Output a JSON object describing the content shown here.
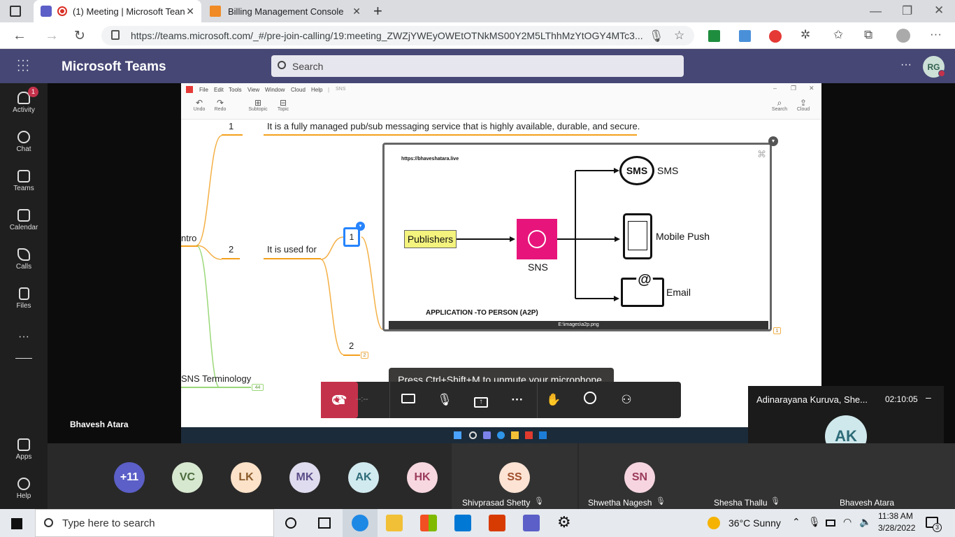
{
  "browser": {
    "tabs": [
      {
        "label": "(1) Meeting | Microsoft Tean",
        "close": "✕"
      },
      {
        "label": "Billing Management Console",
        "close": "✕"
      }
    ],
    "new_tab": "+",
    "url": "https://teams.microsoft.com/_#/pre-join-calling/19:meeting_ZWZjYWEyOWEtOTNkMS00Y2M5LThhMzYtOGY4MTc3..."
  },
  "teams": {
    "app_name": "Microsoft Teams",
    "search_placeholder": "Search",
    "more": "···",
    "avatar": "RG",
    "rail": [
      {
        "label": "Activity",
        "badge": "1"
      },
      {
        "label": "Chat"
      },
      {
        "label": "Teams"
      },
      {
        "label": "Calendar"
      },
      {
        "label": "Calls"
      },
      {
        "label": "Files"
      },
      {
        "label": "···"
      },
      {
        "label": "Apps"
      },
      {
        "label": "Help"
      }
    ]
  },
  "shared_screen": {
    "presenter": "Bhavesh Atara",
    "app_menu": [
      "File",
      "Edit",
      "Tools",
      "View",
      "Window",
      "Cloud",
      "Help",
      "|",
      "SNS"
    ],
    "toolbar": [
      {
        "label": "Undo",
        "glyph": "↶"
      },
      {
        "label": "Redo",
        "glyph": "↷"
      },
      {
        "label": "Subtopic",
        "glyph": "⊞"
      },
      {
        "label": "Topic",
        "glyph": "⊟"
      },
      {
        "label": "Search",
        "glyph": "⌕"
      },
      {
        "label": "Cloud",
        "glyph": "⇪"
      }
    ],
    "mindmap": {
      "n1": "1",
      "n1_text": "It is a fully managed pub/sub messaging service that is highly available, durable, and secure.",
      "root_fragment": "ntro",
      "n2": "2",
      "n2_text": "It is used for",
      "child1": "1",
      "child2": "2",
      "child2_badge": "2",
      "bottom_topic": "SNS Terminology",
      "bottom_badge": "44",
      "diagram_badge": "1"
    },
    "diagram": {
      "url": "https://bhaveshatara.live",
      "publishers": "Publishers",
      "sns": "SNS",
      "sms_icon": "SMS",
      "sms": "SMS",
      "mobile_push": "Mobile Push",
      "email_icon": "@",
      "email": "Email",
      "caption": "APPLICATION -TO PERSON (A2P)",
      "file_path": "E:\\images\\a2p.png"
    }
  },
  "call": {
    "toast": "Press Ctrl+Shift+M to unmute your microphone.",
    "timer": "--:--",
    "mini_title": "Adinarayana Kuruva, She...",
    "mini_time": "02:10:05",
    "mini_avatar": "AK",
    "participants": [
      {
        "initials": "+11",
        "color": "#5b5fc7",
        "text": "#fff"
      },
      {
        "initials": "VC",
        "color": "#d7e8d0",
        "text": "#4b6b3b"
      },
      {
        "initials": "LK",
        "color": "#fbe2c8",
        "text": "#8a5a2b"
      },
      {
        "initials": "MK",
        "color": "#e0dcef",
        "text": "#5c4e89"
      },
      {
        "initials": "AK",
        "color": "#d1eaef",
        "text": "#2d6b78"
      },
      {
        "initials": "HK",
        "color": "#f7d7e0",
        "text": "#9b3b5b"
      }
    ],
    "tiles": [
      {
        "initials": "SS",
        "name": "Shivprasad Shetty",
        "color": "#fde3d4",
        "text": "#a0502e"
      },
      {
        "initials": "SN",
        "name": "Shwetha Nagesh",
        "color": "#f6d5e0",
        "text": "#9b3b5b"
      },
      {
        "initials": "",
        "name": "Shesha Thallu",
        "color": "#323232",
        "text": "#fff"
      },
      {
        "initials": "",
        "name": "Bhavesh Atara",
        "color": "#323232",
        "text": "#fff"
      }
    ]
  },
  "taskbar": {
    "search_placeholder": "Type here to search",
    "weather": "36°C  Sunny",
    "time": "11:38 AM",
    "date": "3/28/2022",
    "notifications": "3"
  }
}
